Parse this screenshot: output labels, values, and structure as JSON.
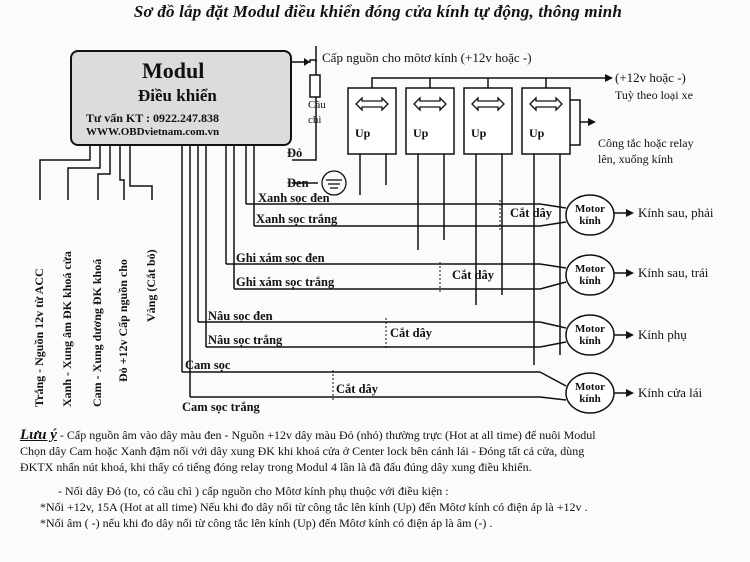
{
  "title": "Sơ đồ lắp đặt Modul điều khiển đóng cửa kính tự động, thông minh",
  "module": {
    "name": "Modul",
    "subtitle": "Điều khiển",
    "phone": "Tư vấn KT : 0922.247.838",
    "website": "WWW.OBDvietnam.com.vn"
  },
  "power_label": "Cấp nguồn cho môtơ kính (+12v hoặc -)",
  "fuse_label_1": "Cầu",
  "fuse_label_2": "chì",
  "right_power_1": "(+12v hoặc -)",
  "right_power_2": "Tuỳ theo loại xe",
  "switch_label_1": "Công tắc hoặc relay",
  "switch_label_2": "lên, xuống kính",
  "up_label": "Up",
  "wire_red": "Đỏ",
  "wire_black": "Đen",
  "wires": {
    "xanh_den": "Xanh sọc đen",
    "xanh_trang": "Xanh sọc trắng",
    "ghi_den": "Ghi xám sọc đen",
    "ghi_trang": "Ghi xám sọc trắng",
    "nau_den": "Nâu sọc đen",
    "nau_trang": "Nâu sọc trắng",
    "cam_soc": "Cam sọc",
    "cam_trang": "Cam sọc trắng"
  },
  "cut": "Cắt dây",
  "motor_1": "Motor",
  "motor_2": "kính",
  "windows": {
    "rear_right": "Kính sau, phải",
    "rear_left": "Kính sau, trái",
    "passenger": "Kính phụ",
    "driver": "Kính cửa lái"
  },
  "vertical": {
    "v1": "Trắng - Nguồn 12v từ ACC",
    "v2": "Xanh - Xung âm ĐK khoá cửa",
    "v3": "Cam - Xung dương ĐK khoá",
    "v4": "Đỏ +12v Cấp nguồn cho",
    "v5": "Vàng (Cắt bỏ)"
  },
  "notes": {
    "label": "Lưu ý",
    "p1": " - Cấp nguồn âm vào dây màu đen - Nguồn +12v dây màu Đỏ (nhỏ) thường trực (Hot at all time) để nuôi Modul",
    "p2": "Chọn dây Cam hoặc Xanh đậm nối với dây xung ĐK khi khoá cửa ở Center lock bên cánh lái - Đóng tất cả cửa, dùng",
    "p3": "ĐKTX nhấn nút khoá, khi thấy có tiếng đóng relay trong Modul 4 lần là đã đấu đúng dây xung điều khiển.",
    "p4": "- Nối dây Đỏ (to, có cầu chì ) cấp nguồn cho Môtơ kính phụ thuộc với điều kiện :",
    "p5": "*Nối +12v, 15A (Hot at all time) Nếu khi đo dây nối từ công tắc lên kính (Up) đến Môtơ kính có điện áp là +12v .",
    "p6": "*Nối âm ( -) nếu khi đo dây nối từ công tắc lên kính (Up) đến Môtơ kính có điện áp là âm (-) ."
  }
}
